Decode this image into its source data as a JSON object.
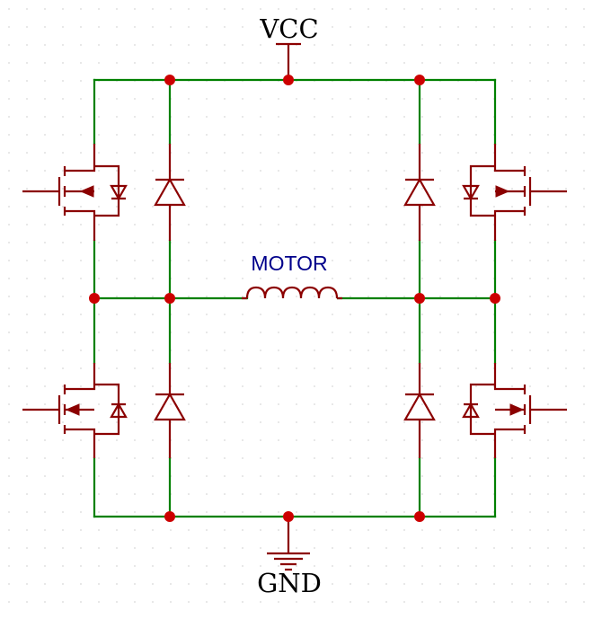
{
  "labels": {
    "vcc": "VCC",
    "gnd": "GND",
    "motor": "MOTOR"
  },
  "colors": {
    "wire": "#008000",
    "component": "#8b0000",
    "junction": "#cc0000",
    "net_label": "#000000",
    "component_label": "#00008b",
    "grid_dot": "#d8d8d8"
  }
}
